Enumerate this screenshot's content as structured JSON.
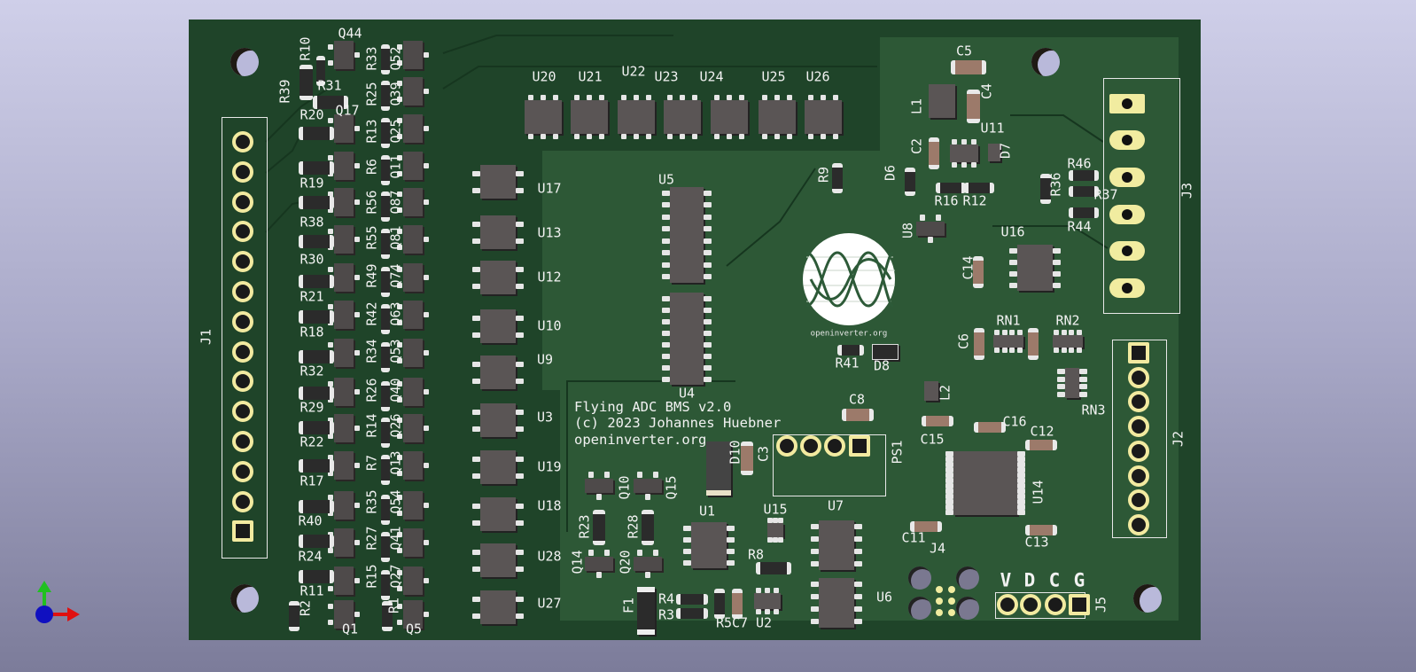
{
  "window": {
    "title": "3D Viewer"
  },
  "board": {
    "silkscreen_text": [
      "Flying ADC BMS v2.0",
      "(c) 2023 Johannes Huebner",
      "openinverter.org"
    ],
    "logo_text": "openinverter.org",
    "j5_pin_labels": [
      "V",
      "D",
      "C",
      "G"
    ]
  },
  "labels": {
    "J1": "J1",
    "J2": "J2",
    "J3": "J3",
    "J4": "J4",
    "J5": "J5",
    "R10": "R10",
    "R39": "R39",
    "Q44": "Q44",
    "R33": "R33",
    "Q52": "Q52",
    "R31": "R31",
    "R25": "R25",
    "Q39": "Q39",
    "R20": "R20",
    "Q17": "Q17",
    "R13": "R13",
    "Q25": "Q25",
    "R19": "R19",
    "R6": "R6",
    "Q11": "Q11",
    "R38": "R38",
    "R56": "R56",
    "Q87": "Q87",
    "R30": "R30",
    "R55": "R55",
    "Q81": "Q81",
    "R21": "R21",
    "R49": "R49",
    "Q74": "Q74",
    "R18": "R18",
    "R42": "R42",
    "Q63": "Q63",
    "R32": "R32",
    "R34": "R34",
    "Q53": "Q53",
    "R29": "R29",
    "R26": "R26",
    "Q40": "Q40",
    "R22": "R22",
    "R14": "R14",
    "Q26": "Q26",
    "R17": "R17",
    "R7": "R7",
    "Q13": "Q13",
    "R40": "R40",
    "R35": "R35",
    "Q54": "Q54",
    "R24": "R24",
    "R27": "R27",
    "Q41": "Q41",
    "R11": "R11",
    "R15": "R15",
    "Q27": "Q27",
    "R2": "R2",
    "R1": "R1",
    "Q1": "Q1",
    "Q5": "Q5",
    "U20": "U20",
    "U21": "U21",
    "U22": "U22",
    "U23": "U23",
    "U24": "U24",
    "U25": "U25",
    "U26": "U26",
    "U17": "U17",
    "U13": "U13",
    "U12": "U12",
    "U10": "U10",
    "U9": "U9",
    "U3": "U3",
    "U19": "U19",
    "U18": "U18",
    "U28": "U28",
    "U27": "U27",
    "U5": "U5",
    "U4": "U4",
    "R9": "R9",
    "D6": "D6",
    "C5": "C5",
    "L1": "L1",
    "C4": "C4",
    "C2": "C2",
    "U11": "U11",
    "D7": "D7",
    "R16": "R16",
    "R12": "R12",
    "R46": "R46",
    "R36": "R36",
    "R37": "R37",
    "R44": "R44",
    "U8": "U8",
    "U16": "U16",
    "C14": "C14",
    "RN1": "RN1",
    "RN2": "RN2",
    "RN3": "RN3",
    "C6": "C6",
    "R41": "R41",
    "D8": "D8",
    "C8": "C8",
    "L2": "L2",
    "C15": "C15",
    "C16": "C16",
    "C12": "C12",
    "U14": "U14",
    "C11": "C11",
    "C13": "C13",
    "U6": "U6",
    "U7": "U7",
    "U15": "U15",
    "U1": "U1",
    "R8": "R8",
    "D10": "D10",
    "C3": "C3",
    "PS1": "PS1",
    "Q10": "Q10",
    "Q15": "Q15",
    "R23": "R23",
    "R28": "R28",
    "Q14": "Q14",
    "Q20": "Q20",
    "F1": "F1",
    "R4": "R4",
    "R3": "R3",
    "R5C7": "R5C7",
    "U2": "U2"
  },
  "colors": {
    "board": "#1f4429",
    "pour": "#2f5a38",
    "silk": "#f2f2f2",
    "pad": "#f1eca0",
    "axis_x": "#e01010",
    "axis_y": "#20c020",
    "axis_z": "#1010c0"
  }
}
